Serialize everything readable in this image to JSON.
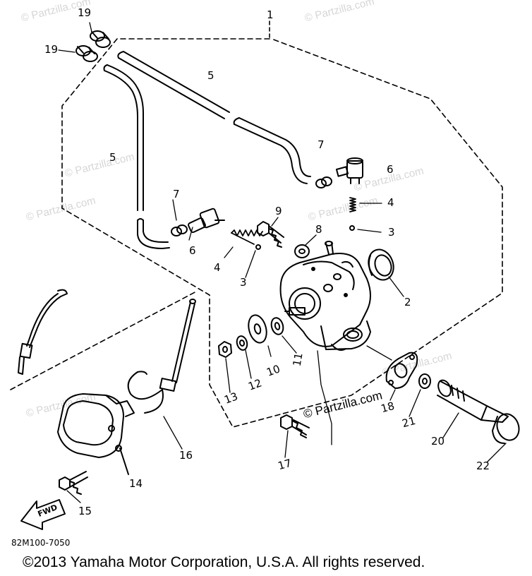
{
  "callouts": [
    {
      "id": "c19a",
      "label": "19"
    },
    {
      "id": "c19b",
      "label": "19"
    },
    {
      "id": "c1",
      "label": "1"
    },
    {
      "id": "c5a",
      "label": "5"
    },
    {
      "id": "c5b",
      "label": "5"
    },
    {
      "id": "c7a",
      "label": "7"
    },
    {
      "id": "c6a",
      "label": "6"
    },
    {
      "id": "c7b",
      "label": "7"
    },
    {
      "id": "c6b",
      "label": "6"
    },
    {
      "id": "c4a",
      "label": "4"
    },
    {
      "id": "c9",
      "label": "9"
    },
    {
      "id": "c3a",
      "label": "3"
    },
    {
      "id": "c8",
      "label": "8"
    },
    {
      "id": "c4b",
      "label": "4"
    },
    {
      "id": "c3b",
      "label": "3"
    },
    {
      "id": "c2",
      "label": "2"
    },
    {
      "id": "c11",
      "label": "11"
    },
    {
      "id": "c10",
      "label": "10"
    },
    {
      "id": "c12",
      "label": "12"
    },
    {
      "id": "c13",
      "label": "13"
    },
    {
      "id": "c18",
      "label": "18"
    },
    {
      "id": "c21",
      "label": "21"
    },
    {
      "id": "c20",
      "label": "20"
    },
    {
      "id": "c22",
      "label": "22"
    },
    {
      "id": "c17",
      "label": "17"
    },
    {
      "id": "c16",
      "label": "16"
    },
    {
      "id": "c14",
      "label": "14"
    },
    {
      "id": "c15",
      "label": "15"
    }
  ],
  "watermark_text": "© Partzilla.com",
  "fwd_label": "FWD",
  "diagram_code": "82M100-7050",
  "copyright": "©2013  Yamaha Motor Corporation, U.S.A. All rights reserved."
}
